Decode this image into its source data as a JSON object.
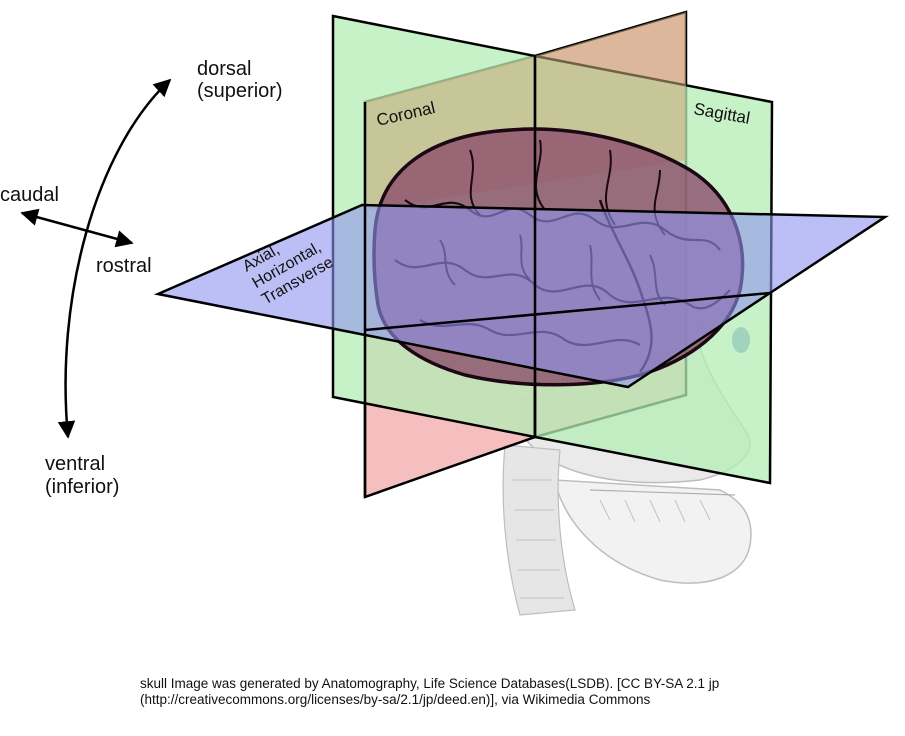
{
  "directions": {
    "dorsal": "dorsal",
    "superior": "(superior)",
    "caudal": "caudal",
    "rostral": "rostral",
    "ventral": "ventral",
    "inferior": "(inferior)"
  },
  "planes": {
    "coronal": "Coronal",
    "sagittal": "Sagittal",
    "axial_line1": "Axial,",
    "axial_line2": "Horizontal,",
    "axial_line3": "Transverse"
  },
  "colors": {
    "coronal_plane": "#f3b4b4",
    "sagittal_plane": "#b4ecb4",
    "axial_plane": "#8f94ee",
    "brain": "#8a4a6a",
    "skull": "#efefef"
  },
  "credit": {
    "line1": "skull Image was generated by Anatomography, Life Science Databases(LSDB). [CC BY-SA 2.1 jp",
    "line2": "(http://creativecommons.org/licenses/by-sa/2.1/jp/deed.en)], via Wikimedia Commons"
  }
}
